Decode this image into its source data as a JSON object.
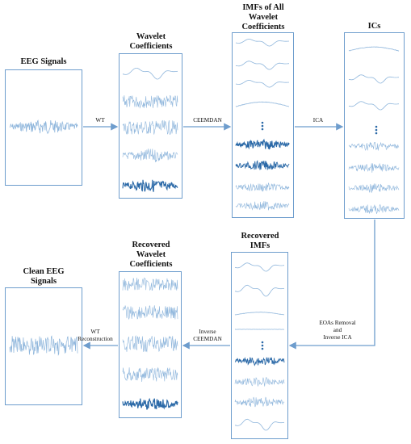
{
  "titles": {
    "eeg": [
      "EEG Signals"
    ],
    "wavelet": [
      "Wavelet",
      "Coefficients"
    ],
    "imfs": [
      "IMFs of All",
      "Wavelet",
      "Coefficients"
    ],
    "ics": [
      "ICs"
    ],
    "rec_imfs": [
      "Recovered",
      "IMFs"
    ],
    "rec_wavelet": [
      "Recovered",
      "Wavelet",
      "Coefficients"
    ],
    "clean": [
      "Clean EEG",
      "Signals"
    ]
  },
  "edges": {
    "wt": [
      "WT"
    ],
    "ceemdan": [
      "CEEMDAN"
    ],
    "ica": [
      "ICA"
    ],
    "eoas": [
      "EOAs Removal",
      "and",
      "Inverse ICA"
    ],
    "inv_ceemdan": [
      "Inverse",
      "CEEMDAN"
    ],
    "wt_rec": [
      "WT",
      "Reconstruction"
    ]
  },
  "colors": {
    "border": "#6e9dcd",
    "signal_light": "#8fb6dc",
    "signal_dark": "#2c6aa8",
    "arrow": "#6e9dcd"
  }
}
